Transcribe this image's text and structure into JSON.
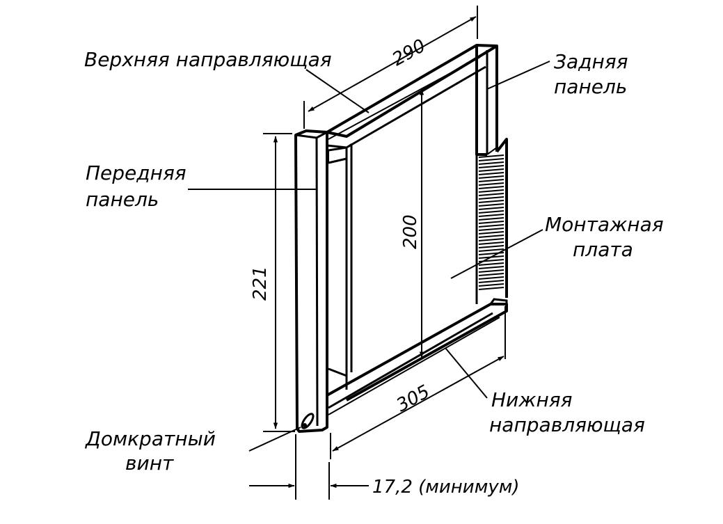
{
  "labels": {
    "top_rail": "Верхняя направляющая",
    "rear_panel_line1": "Задняя",
    "rear_panel_line2": "панель",
    "front_panel_line1": "Передняя",
    "front_panel_line2": "панель",
    "board_line1": "Монтажная",
    "board_line2": "плата",
    "bottom_rail_line1": "Нижняя",
    "bottom_rail_line2": "направляющая",
    "jack_screw_line1": "Домкратный",
    "jack_screw_line2": "винт"
  },
  "dimensions": {
    "top_length": "290",
    "bottom_length": "305",
    "front_height": "221",
    "board_height": "200",
    "min_width": "17,2 (минимум)"
  }
}
